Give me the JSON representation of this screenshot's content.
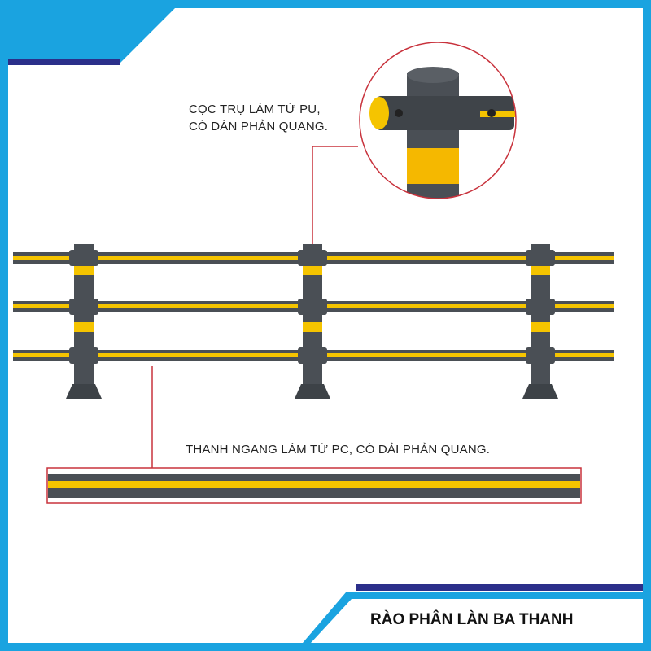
{
  "callouts": {
    "post_line1": "CỌC TRỤ LÀM TỪ PU,",
    "post_line2": "CÓ DÁN PHẢN QUANG.",
    "rail": "THANH NGANG LÀM TỪ PC, CÓ DẢI PHẢN QUANG."
  },
  "title": "RÀO PHÂN LÀN BA THANH",
  "colors": {
    "frame": "#1aa3e0",
    "navy": "#2b2f8a",
    "post": "#4a4f55",
    "reflective": "#f5c400",
    "callout": "#c8323c"
  }
}
